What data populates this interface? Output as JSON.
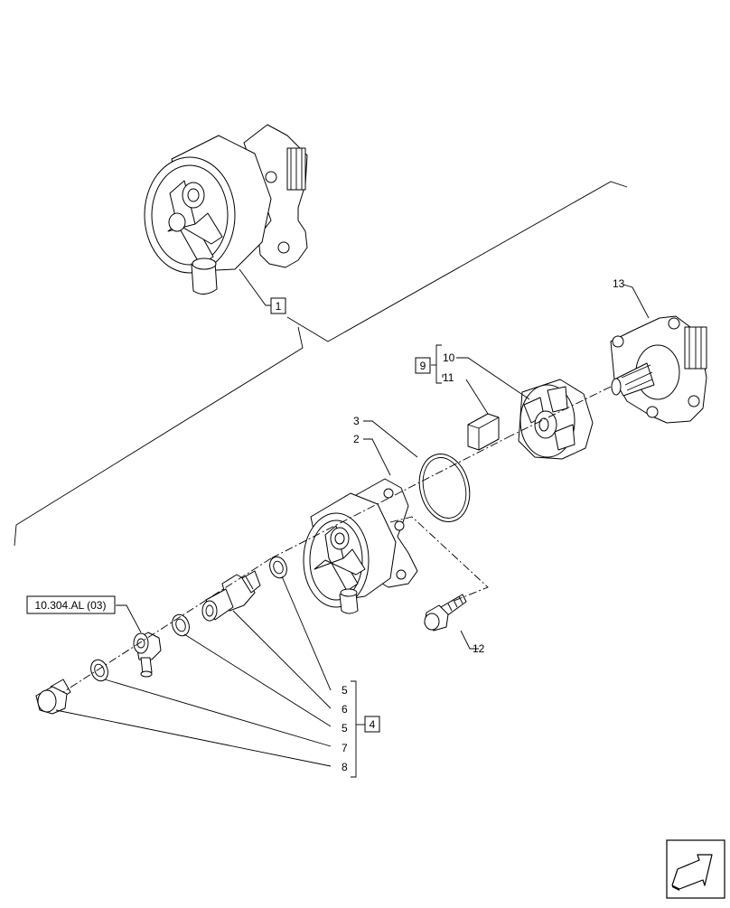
{
  "labels": {
    "callout_1": "1",
    "callout_2": "2",
    "callout_3": "3",
    "callout_4": "4",
    "callout_5a": "5",
    "callout_5b": "5",
    "callout_6": "6",
    "callout_7": "7",
    "callout_8": "8",
    "callout_9": "9",
    "callout_10": "10",
    "callout_11": "11",
    "callout_12": "12",
    "callout_13": "13",
    "reference": "10.304.AL (03)"
  },
  "icons": {
    "navigation": "arrow-icon"
  }
}
